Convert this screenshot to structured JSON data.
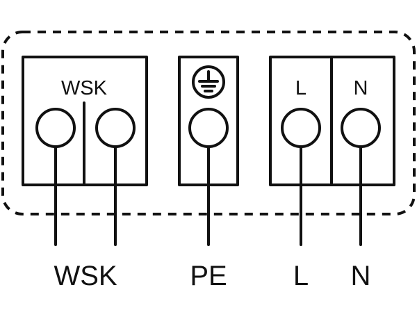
{
  "diagram": {
    "terminal_blocks": {
      "wsk": {
        "label": "WSK"
      },
      "pe": {
        "symbol": "ground-icon"
      },
      "l": {
        "label": "L"
      },
      "n": {
        "label": "N"
      }
    },
    "wire_labels": {
      "wsk": "WSK",
      "pe": "PE",
      "l": "L",
      "n": "N"
    },
    "colors": {
      "line": "#111111",
      "background": "#ffffff"
    }
  }
}
